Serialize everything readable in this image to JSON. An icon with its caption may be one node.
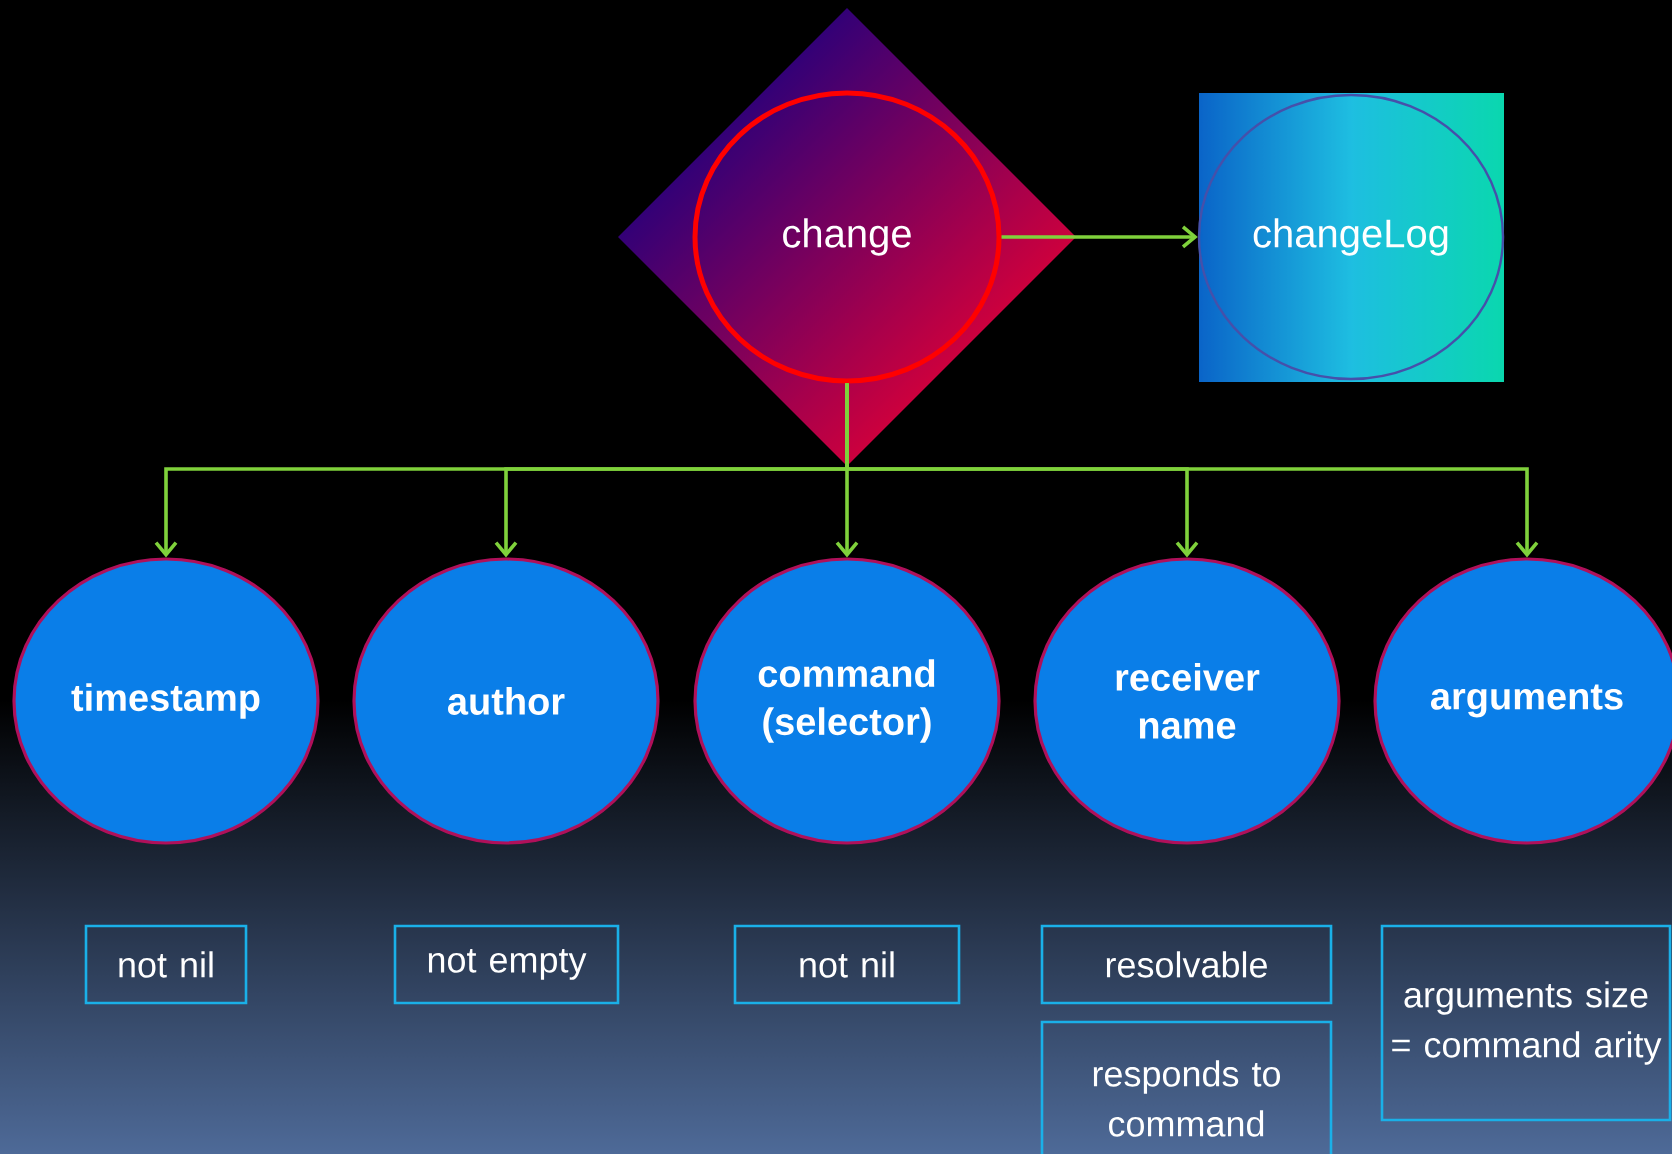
{
  "diagram": {
    "nodes": [
      {
        "text": [
          "change"
        ]
      },
      {
        "text": [
          "changeLog"
        ]
      },
      {
        "text": [
          "timestamp"
        ]
      },
      {
        "text": [
          "author"
        ]
      },
      {
        "text": [
          "command (selector)"
        ]
      },
      {
        "text": [
          "receiver name"
        ]
      },
      {
        "text": [
          "arguments"
        ]
      },
      {
        "text": [
          "not nil"
        ]
      },
      {
        "text": [
          "not empty"
        ]
      },
      {
        "text": [
          "not nil"
        ]
      },
      {
        "text": [
          "resolvable"
        ]
      },
      {
        "text": [
          "responds to command"
        ]
      },
      {
        "text": [
          "arguments size = command arity"
        ]
      }
    ],
    "edges": [
      {
        "from": 0,
        "to": 1,
        "arrow": "to"
      },
      {
        "from": 0,
        "to": 2,
        "arrow": "to"
      },
      {
        "from": 0,
        "to": 3,
        "arrow": "to"
      },
      {
        "from": 0,
        "to": 4,
        "arrow": "to"
      },
      {
        "from": 0,
        "to": 5,
        "arrow": "to"
      },
      {
        "from": 0,
        "to": 6,
        "arrow": "to"
      }
    ]
  }
}
